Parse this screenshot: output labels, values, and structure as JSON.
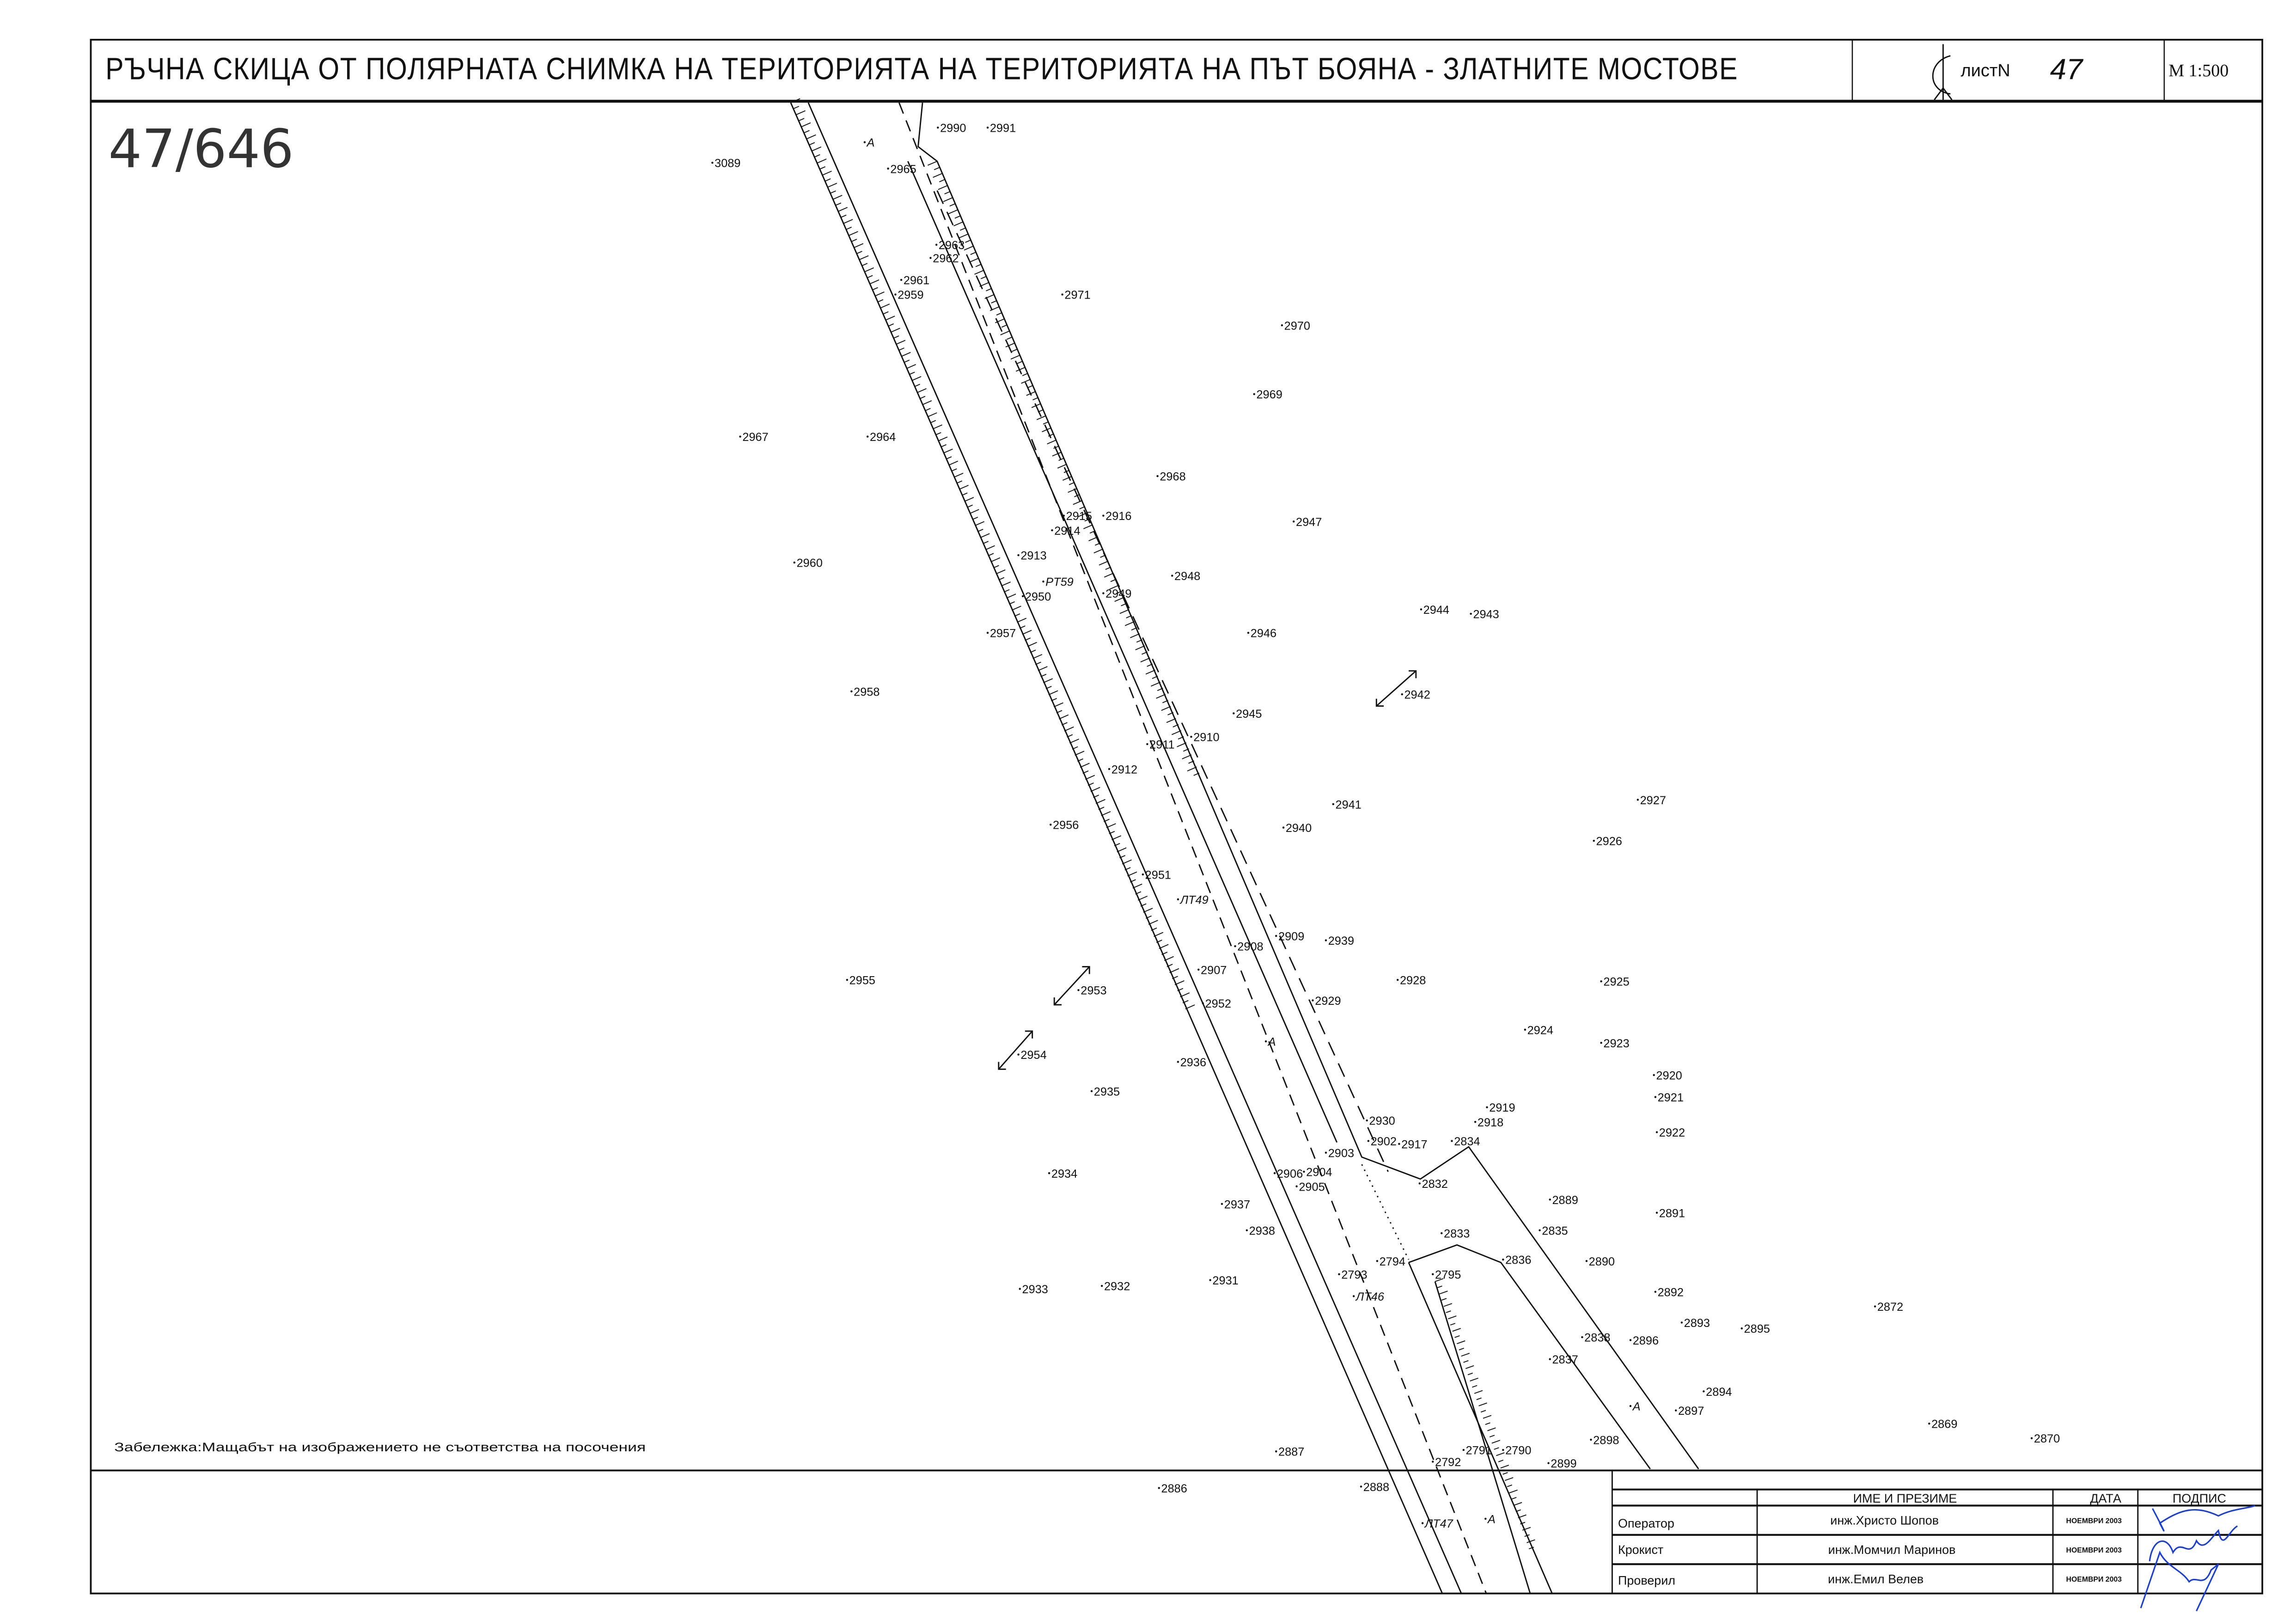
{
  "header": {
    "title": "РЪЧНА СКИЦА ОТ ПОЛЯРНАТА СНИМКА НА ТЕРИТОРИЯТА НА ТЕРИТОРИЯТА НА ПЪТ БОЯНА - ЗЛАТНИТЕ МОСТОВЕ",
    "sheet_label": "листN",
    "sheet_number": "47",
    "scale": "М 1:500"
  },
  "handwritten_number": "47/646",
  "note": "Забележка:Мащабът на изображението не съответства на посочения",
  "points": [
    "3089",
    "A",
    "2990",
    "2991",
    "2965",
    "2963",
    "2962",
    "2961",
    "2959",
    "2971",
    "2970",
    "2969",
    "2967",
    "2964",
    "2968",
    "2915",
    "2916",
    "2914",
    "2947",
    "2913",
    "2960",
    "PT59",
    "2950",
    "2949",
    "2948",
    "2944",
    "2943",
    "2957",
    "2946",
    "2942",
    "2958",
    "2945",
    "2911",
    "2910",
    "2912",
    "2941",
    "2927",
    "2956",
    "2940",
    "2926",
    "2951",
    "ЛТ49",
    "2909",
    "2939",
    "2908",
    "2955",
    "2928",
    "2925",
    "2907",
    "2953",
    "2952",
    "2929",
    "2924",
    "A",
    "2923",
    "2954",
    "2936",
    "2920",
    "2935",
    "2921",
    "2919",
    "2930",
    "2918",
    "2922",
    "2902",
    "2917",
    "2834",
    "2903",
    "2906",
    "2904",
    "2905",
    "2832",
    "2934",
    "2889",
    "2937",
    "2891",
    "2835",
    "2938",
    "2833",
    "2794",
    "2836",
    "2890",
    "2793",
    "2795",
    "2931",
    "2933",
    "2932",
    "ЛТ46",
    "2892",
    "2872",
    "2893",
    "2895",
    "2838",
    "2896",
    "2837",
    "2894",
    "A",
    "2897",
    "2869",
    "2870",
    "2898",
    "2887",
    "2791",
    "2790",
    "2792",
    "2899",
    "2886",
    "2888",
    "ЛТ47",
    "A"
  ],
  "table": {
    "headers": [
      "ИМЕ И ПРЕЗИМЕ",
      "ДАТА",
      "ПОДПИС"
    ],
    "rows": [
      {
        "role": "Оператор",
        "name": "инж.Христо Шопов",
        "date": "НОЕМВРИ 2003"
      },
      {
        "role": "Крокист",
        "name": "инж.Момчил Маринов",
        "date": "НОЕМВРИ 2003"
      },
      {
        "role": "Проверил",
        "name": "инж.Емил Велев",
        "date": "НОЕМВРИ 2003"
      }
    ]
  },
  "colors": {
    "ink": "#111111",
    "signature": "#1a3fd0"
  }
}
